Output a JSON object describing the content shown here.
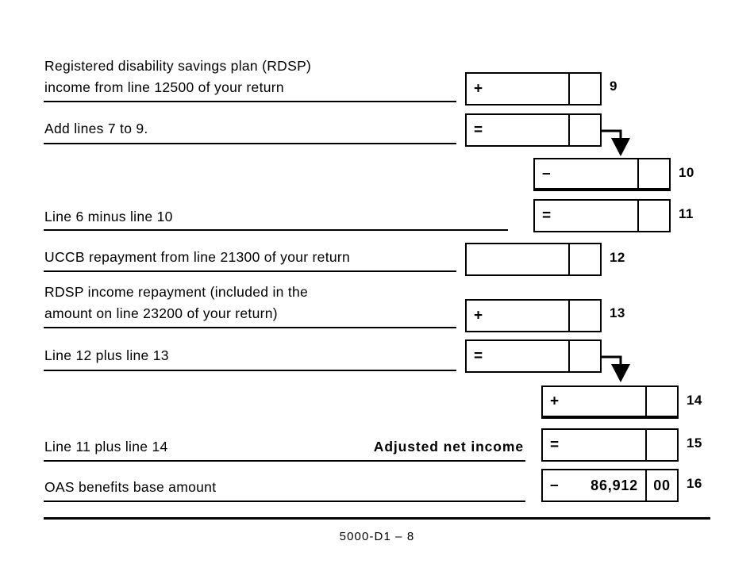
{
  "document": {
    "form_code": "5000-D1 – 8",
    "type": "worksheet"
  },
  "rows": [
    {
      "id": "line-9",
      "label": "Registered disability savings plan (RDSP)\nincome from line 12500 of your return",
      "operator": "+",
      "dollars": "",
      "cents": "",
      "line_number": "9"
    },
    {
      "id": "line-add-7-to-9",
      "label": "Add lines 7 to 9.",
      "operator": "=",
      "dollars": "",
      "cents": "",
      "line_number": ""
    },
    {
      "id": "line-10",
      "label": "",
      "operator": "–",
      "dollars": "",
      "cents": "",
      "line_number": "10"
    },
    {
      "id": "line-11",
      "label": "Line 6 minus line 10",
      "operator": "=",
      "dollars": "",
      "cents": "",
      "line_number": "11"
    },
    {
      "id": "line-12",
      "label": "UCCB repayment from line 21300 of your return",
      "operator": "",
      "dollars": "",
      "cents": "",
      "line_number": "12"
    },
    {
      "id": "line-13",
      "label": "RDSP income repayment (included in the\namount on line 23200 of your return)",
      "operator": "+",
      "dollars": "",
      "cents": "",
      "line_number": "13"
    },
    {
      "id": "line-12-plus-13",
      "label": "Line 12 plus line 13",
      "operator": "=",
      "dollars": "",
      "cents": "",
      "line_number": ""
    },
    {
      "id": "line-14",
      "label": "",
      "operator": "+",
      "dollars": "",
      "cents": "",
      "line_number": "14"
    },
    {
      "id": "line-15",
      "label": "Line 11 plus line 14",
      "emphasis_label": "Adjusted net income",
      "operator": "=",
      "dollars": "",
      "cents": "",
      "line_number": "15"
    },
    {
      "id": "line-16",
      "label": "OAS benefits base amount",
      "operator": "–",
      "dollars": "86,912",
      "cents": "00",
      "line_number": "16"
    }
  ],
  "colors": {
    "ink": "#000000",
    "paper": "#ffffff"
  }
}
